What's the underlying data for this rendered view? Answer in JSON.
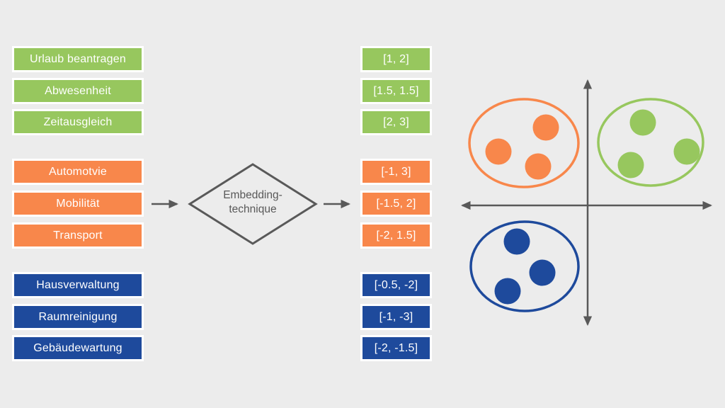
{
  "colors": {
    "green": "#97C75E",
    "orange": "#F8874B",
    "blue": "#1E4A9C",
    "axis_gray": "#595959",
    "background": "#ECECEC",
    "box_border": "#FFFFFF"
  },
  "process_node": {
    "shape": "diamond",
    "line1": "Embedding-",
    "line2": "technique"
  },
  "groups": [
    {
      "name": "hr-terms",
      "color": "#97C75E",
      "items": [
        {
          "label": "Urlaub beantragen",
          "vector": "[1, 2]"
        },
        {
          "label": "Abwesenheit",
          "vector": "[1.5, 1.5]"
        },
        {
          "label": "Zeitausgleich",
          "vector": "[2, 3]"
        }
      ]
    },
    {
      "name": "mobility-terms",
      "color": "#F8874B",
      "items": [
        {
          "label": "Automotvie",
          "vector": "[-1, 3]"
        },
        {
          "label": "Mobilität",
          "vector": "[-1.5, 2]"
        },
        {
          "label": "Transport",
          "vector": "[-2, 1.5]"
        }
      ]
    },
    {
      "name": "facility-terms",
      "color": "#1E4A9C",
      "items": [
        {
          "label": "Hausverwaltung",
          "vector": "[-0.5, -2]"
        },
        {
          "label": "Raumreinigung",
          "vector": "[-1, -3]"
        },
        {
          "label": "Gebäudewartung",
          "vector": "[-2, -1.5]"
        }
      ]
    }
  ],
  "chart_data": {
    "type": "scatter",
    "title": "",
    "xlabel": "",
    "ylabel": "",
    "axes_style": "centered cross with arrowheads, no tick labels",
    "clusters": [
      {
        "name": "orange-cluster",
        "color": "#F8874B",
        "quadrant": "top-left",
        "points": [
          [
            -1,
            3
          ],
          [
            -1.5,
            2
          ],
          [
            -2,
            1.5
          ]
        ]
      },
      {
        "name": "green-cluster",
        "color": "#97C75E",
        "quadrant": "top-right",
        "points": [
          [
            1,
            2
          ],
          [
            1.5,
            1.5
          ],
          [
            2,
            3
          ]
        ]
      },
      {
        "name": "blue-cluster",
        "color": "#1E4A9C",
        "quadrant": "bottom-left",
        "points": [
          [
            -0.5,
            -2
          ],
          [
            -1,
            -3
          ],
          [
            -2,
            -1.5
          ]
        ]
      }
    ]
  }
}
